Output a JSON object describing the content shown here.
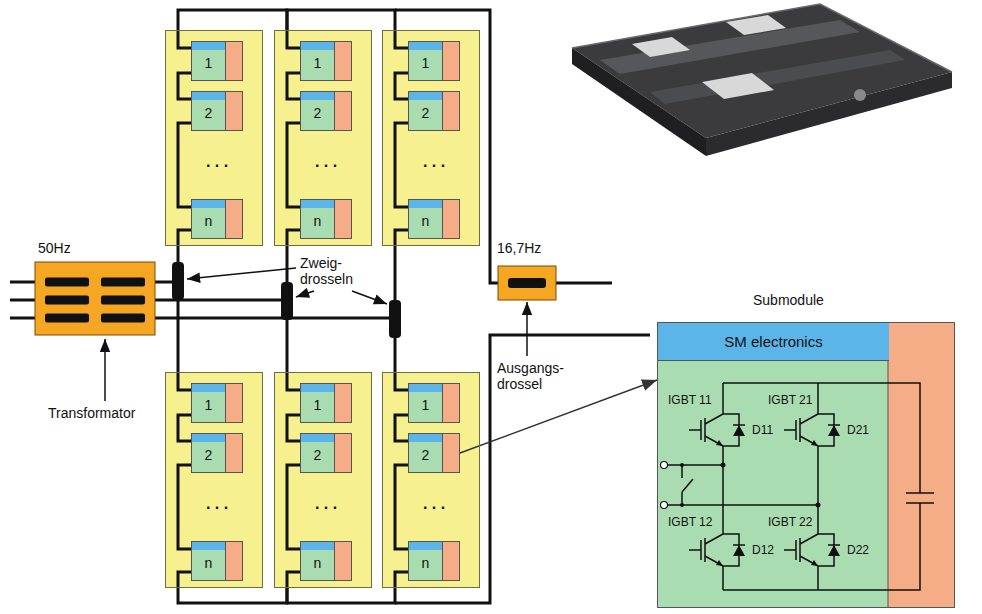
{
  "diagram": {
    "nodes": [
      {
        "text": [
          ". . ."
        ]
      },
      {
        "text": [
          "1"
        ],
        "in": 0
      },
      {
        "text": [
          "2"
        ],
        "in": 0
      },
      {
        "text": [
          "n"
        ],
        "in": 0
      },
      {
        "text": [
          ". . ."
        ]
      },
      {
        "text": [
          "1"
        ],
        "in": 4
      },
      {
        "text": [
          "2"
        ],
        "in": 4
      },
      {
        "text": [
          "n"
        ],
        "in": 4
      },
      {
        "text": [
          ". . ."
        ]
      },
      {
        "text": [
          "1"
        ],
        "in": 8
      },
      {
        "text": [
          "2"
        ],
        "in": 8
      },
      {
        "text": [
          "n"
        ],
        "in": 8
      },
      {
        "text": [
          ". . ."
        ]
      },
      {
        "text": [
          "1"
        ],
        "in": 12
      },
      {
        "text": [
          "2"
        ],
        "in": 12
      },
      {
        "text": [
          "n"
        ],
        "in": 12
      },
      {
        "text": [
          ". . ."
        ]
      },
      {
        "text": [
          "1"
        ],
        "in": 16
      },
      {
        "text": [
          "2"
        ],
        "in": 16
      },
      {
        "text": [
          "n"
        ],
        "in": 16
      },
      {
        "text": [
          ". . ."
        ]
      },
      {
        "text": [
          "1"
        ],
        "in": 20
      },
      {
        "text": [
          "2"
        ],
        "in": 20
      },
      {
        "text": [
          "n"
        ],
        "in": 20
      },
      {
        "text": [
          "Submodule"
        ]
      },
      {
        "text": [
          "SM electronics"
        ],
        "in": 24
      }
    ],
    "edges": [
      {
        "from": 1,
        "to": 2,
        "arrow": "none"
      },
      {
        "from": 2,
        "to": 3,
        "arrow": "none"
      },
      {
        "from": 5,
        "to": 6,
        "arrow": "none"
      },
      {
        "from": 6,
        "to": 7,
        "arrow": "none"
      },
      {
        "from": 9,
        "to": 10,
        "arrow": "none"
      },
      {
        "from": 10,
        "to": 11,
        "arrow": "none"
      },
      {
        "from": 13,
        "to": 14,
        "arrow": "none"
      },
      {
        "from": 14,
        "to": 15,
        "arrow": "none"
      },
      {
        "from": 17,
        "to": 18,
        "arrow": "none"
      },
      {
        "from": 18,
        "to": 19,
        "arrow": "none"
      },
      {
        "from": 21,
        "to": 22,
        "arrow": "none"
      },
      {
        "from": 22,
        "to": 23,
        "arrow": "none"
      },
      {
        "from": 0,
        "to": 4,
        "arrow": "none"
      },
      {
        "from": 4,
        "to": 8,
        "arrow": "none"
      },
      {
        "from": 12,
        "to": 16,
        "arrow": "none"
      },
      {
        "from": 16,
        "to": 20,
        "arrow": "none"
      },
      {
        "from": 0,
        "to": 12,
        "arrow": "none"
      },
      {
        "from": 4,
        "to": 16,
        "arrow": "none"
      },
      {
        "from": 8,
        "to": 20,
        "arrow": "none"
      },
      {
        "from": 22,
        "to": 24,
        "arrow": "to"
      }
    ],
    "labels": [
      "50Hz",
      "Zweig- drosseln",
      "16,7Hz",
      "Transformator",
      "Ausgangs- drossel",
      "IGBT 11",
      "D11",
      "IGBT 21",
      "D21",
      "IGBT 12",
      "D12",
      "IGBT 22",
      "D22"
    ]
  }
}
